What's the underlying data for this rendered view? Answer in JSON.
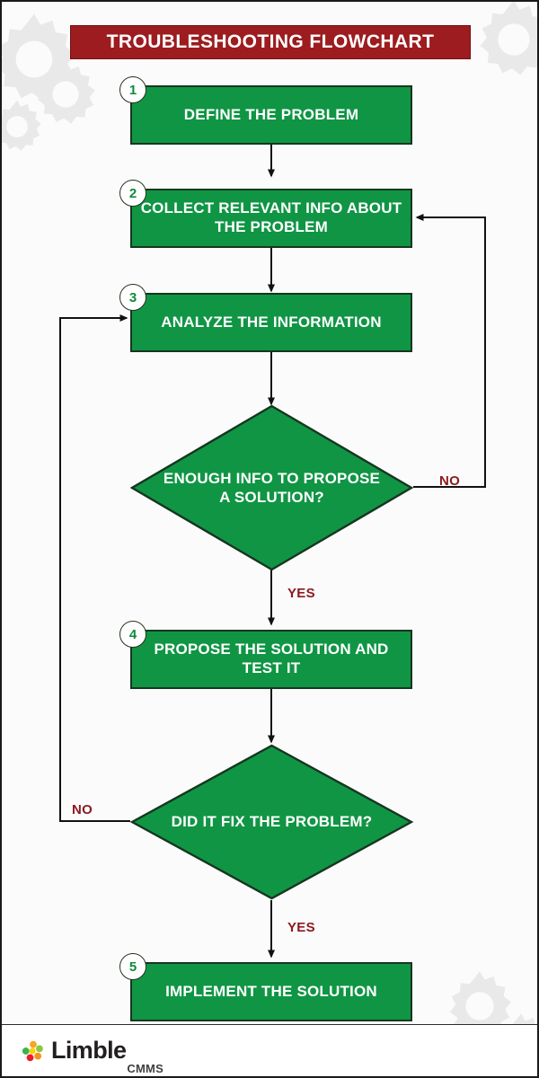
{
  "page": {
    "title": "TROUBLESHOOTING FLOWCHART",
    "accent_green": "#109544",
    "accent_red": "#9c1c1f",
    "label_red": "#8d1a21",
    "background": "#fbfbfb"
  },
  "chart_data": {
    "type": "diagram",
    "title": "TROUBLESHOOTING FLOWCHART",
    "nodes": [
      {
        "id": "n1",
        "step": "1",
        "shape": "process",
        "text": "DEFINE THE PROBLEM"
      },
      {
        "id": "n2",
        "step": "2",
        "shape": "process",
        "text": "COLLECT RELEVANT INFO ABOUT THE PROBLEM"
      },
      {
        "id": "n3",
        "step": "3",
        "shape": "process",
        "text": "ANALYZE THE INFORMATION"
      },
      {
        "id": "d1",
        "step": "",
        "shape": "decision",
        "text": "ENOUGH INFO TO PROPOSE A SOLUTION?"
      },
      {
        "id": "n4",
        "step": "4",
        "shape": "process",
        "text": "PROPOSE THE SOLUTION AND TEST IT"
      },
      {
        "id": "d2",
        "step": "",
        "shape": "decision",
        "text": "DID IT FIX THE PROBLEM?"
      },
      {
        "id": "n5",
        "step": "5",
        "shape": "process",
        "text": "IMPLEMENT THE SOLUTION"
      }
    ],
    "edges": [
      {
        "from": "n1",
        "to": "n2",
        "label": ""
      },
      {
        "from": "n2",
        "to": "n3",
        "label": ""
      },
      {
        "from": "n3",
        "to": "d1",
        "label": ""
      },
      {
        "from": "d1",
        "to": "n2",
        "label": "NO"
      },
      {
        "from": "d1",
        "to": "n4",
        "label": "YES"
      },
      {
        "from": "n4",
        "to": "d2",
        "label": ""
      },
      {
        "from": "d2",
        "to": "n3",
        "label": "NO"
      },
      {
        "from": "d2",
        "to": "n5",
        "label": "YES"
      }
    ]
  },
  "steps": {
    "one": "1",
    "two": "2",
    "three": "3",
    "four": "4",
    "five": "5"
  },
  "boxes": {
    "define_problem": "DEFINE THE PROBLEM",
    "collect_info": "COLLECT RELEVANT INFO ABOUT THE PROBLEM",
    "analyze_info": "ANALYZE THE INFORMATION",
    "propose_test": "PROPOSE THE SOLUTION AND TEST IT",
    "implement": "IMPLEMENT THE SOLUTION"
  },
  "decisions": {
    "enough_info": "ENOUGH INFO TO PROPOSE A SOLUTION?",
    "did_it_fix": "DID IT FIX THE PROBLEM?"
  },
  "labels": {
    "no_right": "NO",
    "yes_middle": "YES",
    "no_left": "NO",
    "yes_bottom": "YES"
  },
  "footer": {
    "brand": "Limble",
    "product": "CMMS"
  }
}
